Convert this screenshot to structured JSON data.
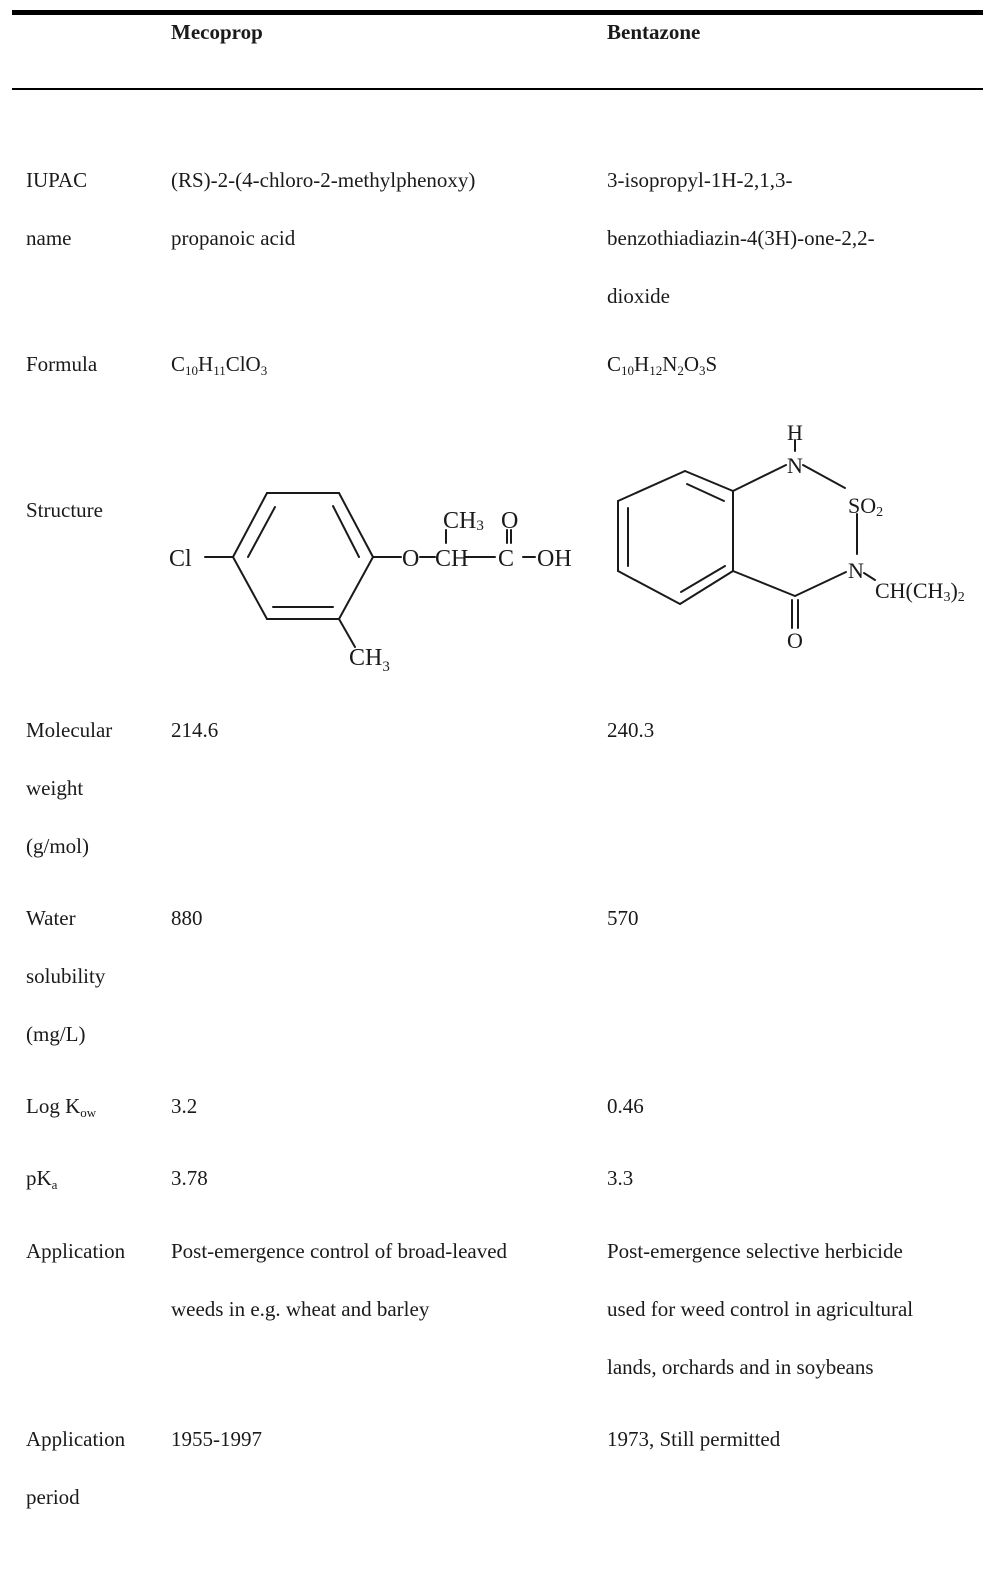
{
  "header": {
    "col1": "",
    "col2": "Mecoprop",
    "col3": "Bentazone"
  },
  "rows": {
    "iupac": {
      "label_lines": [
        "IUPAC",
        "name"
      ],
      "mecoprop_lines": [
        "(RS)-2-(4-chloro-2-methylphenoxy)",
        "propanoic acid"
      ],
      "bentazone_lines": [
        "3-isopropyl-1H-2,1,3-",
        "benzothiadiazin-4(3H)-one-2,2-",
        "dioxide"
      ]
    },
    "formula": {
      "label": "Formula",
      "mecoprop": {
        "C": "C",
        "C_n": "10",
        "H": "H",
        "H_n": "11",
        "rest": "ClO",
        "O_n": "3"
      },
      "bentazone": {
        "C": "C",
        "C_n": "10",
        "H": "H",
        "H_n": "12",
        "N": "N",
        "N_n": "2",
        "O": "O",
        "O_n": "3",
        "S": "S"
      }
    },
    "structure": {
      "label": "Structure",
      "mecoprop": {
        "cl": "Cl",
        "o": "O",
        "ch": "CH",
        "c": "C",
        "oh": "OH",
        "ch3_top": "CH",
        "three": "3",
        "carbonyl_o": "O",
        "ch3_bottom": "CH"
      },
      "bentazone": {
        "h": "H",
        "n1": "N",
        "so": "SO",
        "two": "2",
        "n2": "N",
        "ch": "CH(CH",
        "ch_close": ")",
        "o": "O"
      }
    },
    "mw": {
      "label_lines": [
        "Molecular",
        "weight",
        "(g/mol)"
      ],
      "mecoprop": "214.6",
      "bentazone": "240.3"
    },
    "solubility": {
      "label_lines": [
        "Water",
        "solubility",
        "(mg/L)"
      ],
      "mecoprop": "880",
      "bentazone": "570"
    },
    "logkow": {
      "label": "Log K",
      "label_sub": "ow",
      "mecoprop": "3.2",
      "bentazone": "0.46"
    },
    "pka": {
      "label": "pK",
      "label_sub": "a",
      "mecoprop": "3.78",
      "bentazone": "3.3"
    },
    "application": {
      "label": "Application",
      "mecoprop_lines": [
        "Post-emergence control of broad-leaved",
        "weeds in e.g. wheat and barley"
      ],
      "bentazone_lines": [
        "Post-emergence selective herbicide",
        "used for weed control in agricultural",
        "lands, orchards and in soybeans"
      ]
    },
    "period": {
      "label_lines": [
        "Application",
        "period"
      ],
      "mecoprop": "1955-1997",
      "bentazone": "1973, Still permitted"
    }
  }
}
